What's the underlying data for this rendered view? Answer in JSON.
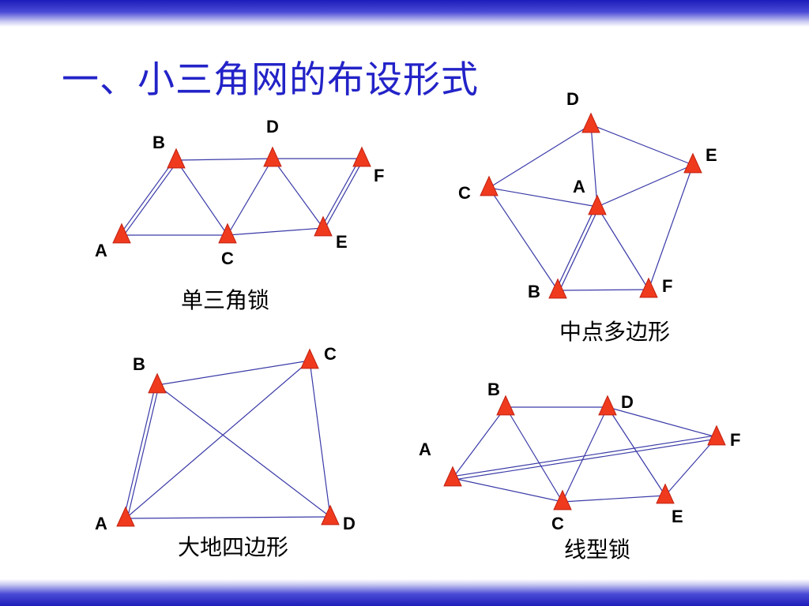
{
  "title": "一、小三角网的布设形式",
  "colors": {
    "band": "#1d1dbb",
    "title": "#2323c8",
    "station": "#f03a1e",
    "edge": "#3a3aa8"
  },
  "diagrams": [
    {
      "id": "single-chain",
      "caption": "单三角锁",
      "nodes": [
        {
          "label": "A"
        },
        {
          "label": "B"
        },
        {
          "label": "C"
        },
        {
          "label": "D"
        },
        {
          "label": "E"
        },
        {
          "label": "F"
        }
      ]
    },
    {
      "id": "central-polygon",
      "caption": "中点多边形",
      "nodes": [
        {
          "label": "A"
        },
        {
          "label": "B"
        },
        {
          "label": "C"
        },
        {
          "label": "D"
        },
        {
          "label": "E"
        },
        {
          "label": "F"
        }
      ]
    },
    {
      "id": "quadrilateral",
      "caption": "大地四边形",
      "nodes": [
        {
          "label": "A"
        },
        {
          "label": "B"
        },
        {
          "label": "C"
        },
        {
          "label": "D"
        }
      ]
    },
    {
      "id": "linear-chain",
      "caption": "线型锁",
      "nodes": [
        {
          "label": "A"
        },
        {
          "label": "B"
        },
        {
          "label": "C"
        },
        {
          "label": "D"
        },
        {
          "label": "E"
        },
        {
          "label": "F"
        }
      ]
    }
  ]
}
